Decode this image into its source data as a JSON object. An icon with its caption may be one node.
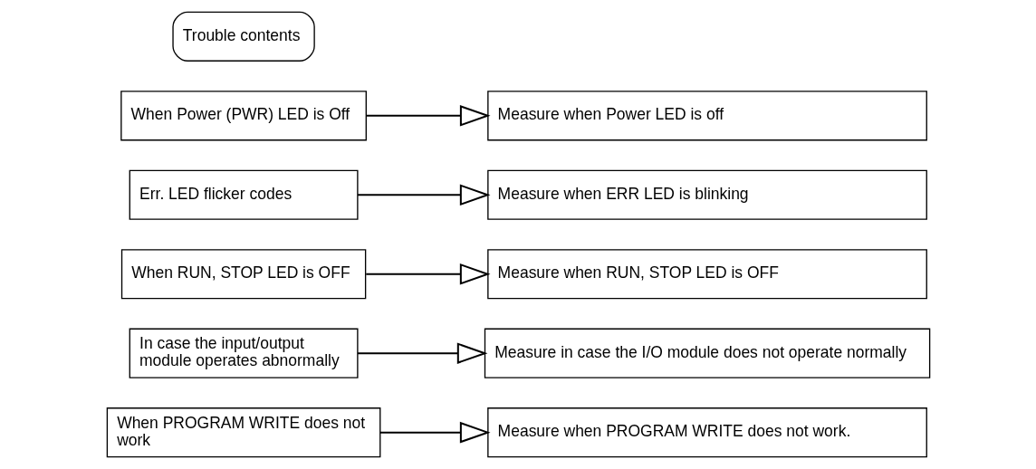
{
  "diagram": {
    "nodes": [
      {
        "text": [
          "Trouble contents"
        ]
      },
      {
        "text": [
          "When Power (PWR) LED is Off"
        ]
      },
      {
        "text": [
          "Measure when Power LED is off"
        ]
      },
      {
        "text": [
          "Err. LED flicker codes"
        ]
      },
      {
        "text": [
          "Measure when ERR LED is blinking"
        ]
      },
      {
        "text": [
          "When RUN, STOP LED is OFF"
        ]
      },
      {
        "text": [
          "Measure when RUN, STOP LED is OFF"
        ]
      },
      {
        "text": [
          "In case the input/output module operates abnormally"
        ]
      },
      {
        "text": [
          "Measure in case the I/O module does not operate normally"
        ]
      },
      {
        "text": [
          "When PROGRAM WRITE does not work"
        ]
      },
      {
        "text": [
          "Measure when PROGRAM WRITE does not work."
        ]
      }
    ],
    "edges": [
      {
        "from": 1,
        "to": 2,
        "arrow": "to"
      },
      {
        "from": 3,
        "to": 4,
        "arrow": "to"
      },
      {
        "from": 5,
        "to": 6,
        "arrow": "to"
      },
      {
        "from": 7,
        "to": 8,
        "arrow": "to"
      },
      {
        "from": 9,
        "to": 10,
        "arrow": "to"
      }
    ]
  }
}
